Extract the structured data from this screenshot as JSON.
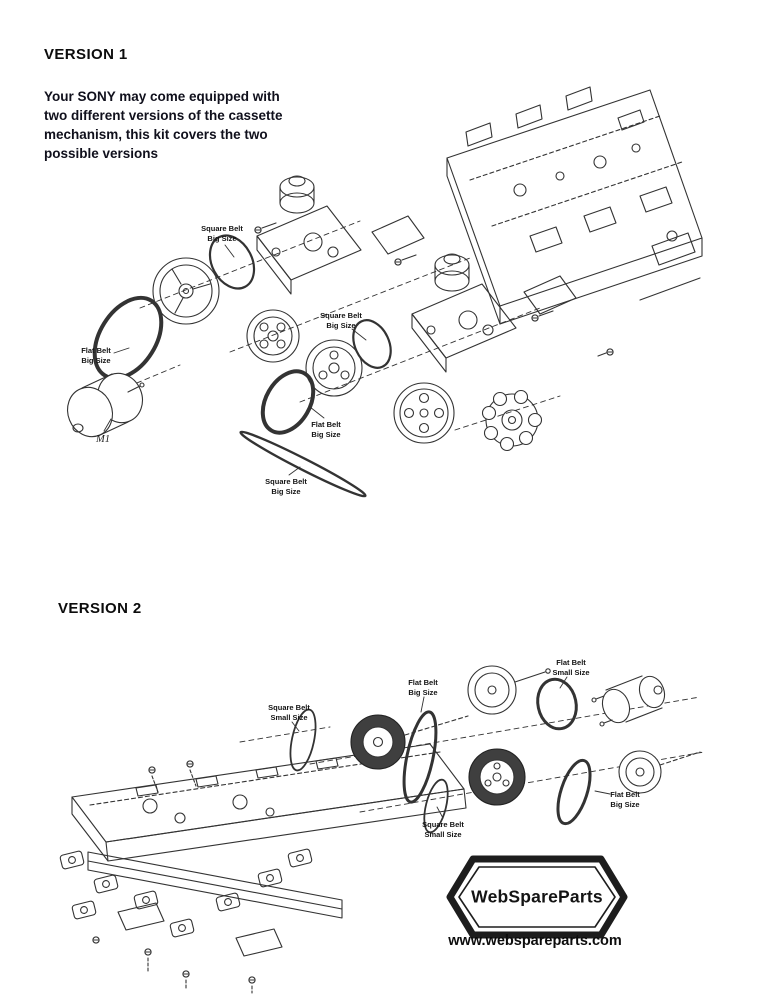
{
  "version1": {
    "title": "VERSION 1",
    "intro": "Your SONY may come equipped with\ntwo different versions of the cassette\nmechanism, this kit covers the two\npossible versions",
    "labels": [
      {
        "text": "Square Belt\nBig Size"
      },
      {
        "text": "Square Belt\nBig Size"
      },
      {
        "text": "Flat Belt\nBig Size"
      },
      {
        "text": "Flat Belt\nBig Size"
      },
      {
        "text": "Square Belt\nBig Size"
      },
      {
        "text": "M1"
      }
    ]
  },
  "version2": {
    "title": "VERSION 2",
    "labels": [
      {
        "text": "Square Belt\nSmall Size"
      },
      {
        "text": "Flat Belt\nBig Size"
      },
      {
        "text": "Flat Belt\nSmall Size"
      },
      {
        "text": "Square Belt\nSmall Size"
      },
      {
        "text": "Flat Belt\nBig Size"
      }
    ]
  },
  "footer": {
    "brand": "WebSpareParts",
    "website": "www.webspareparts.com"
  }
}
